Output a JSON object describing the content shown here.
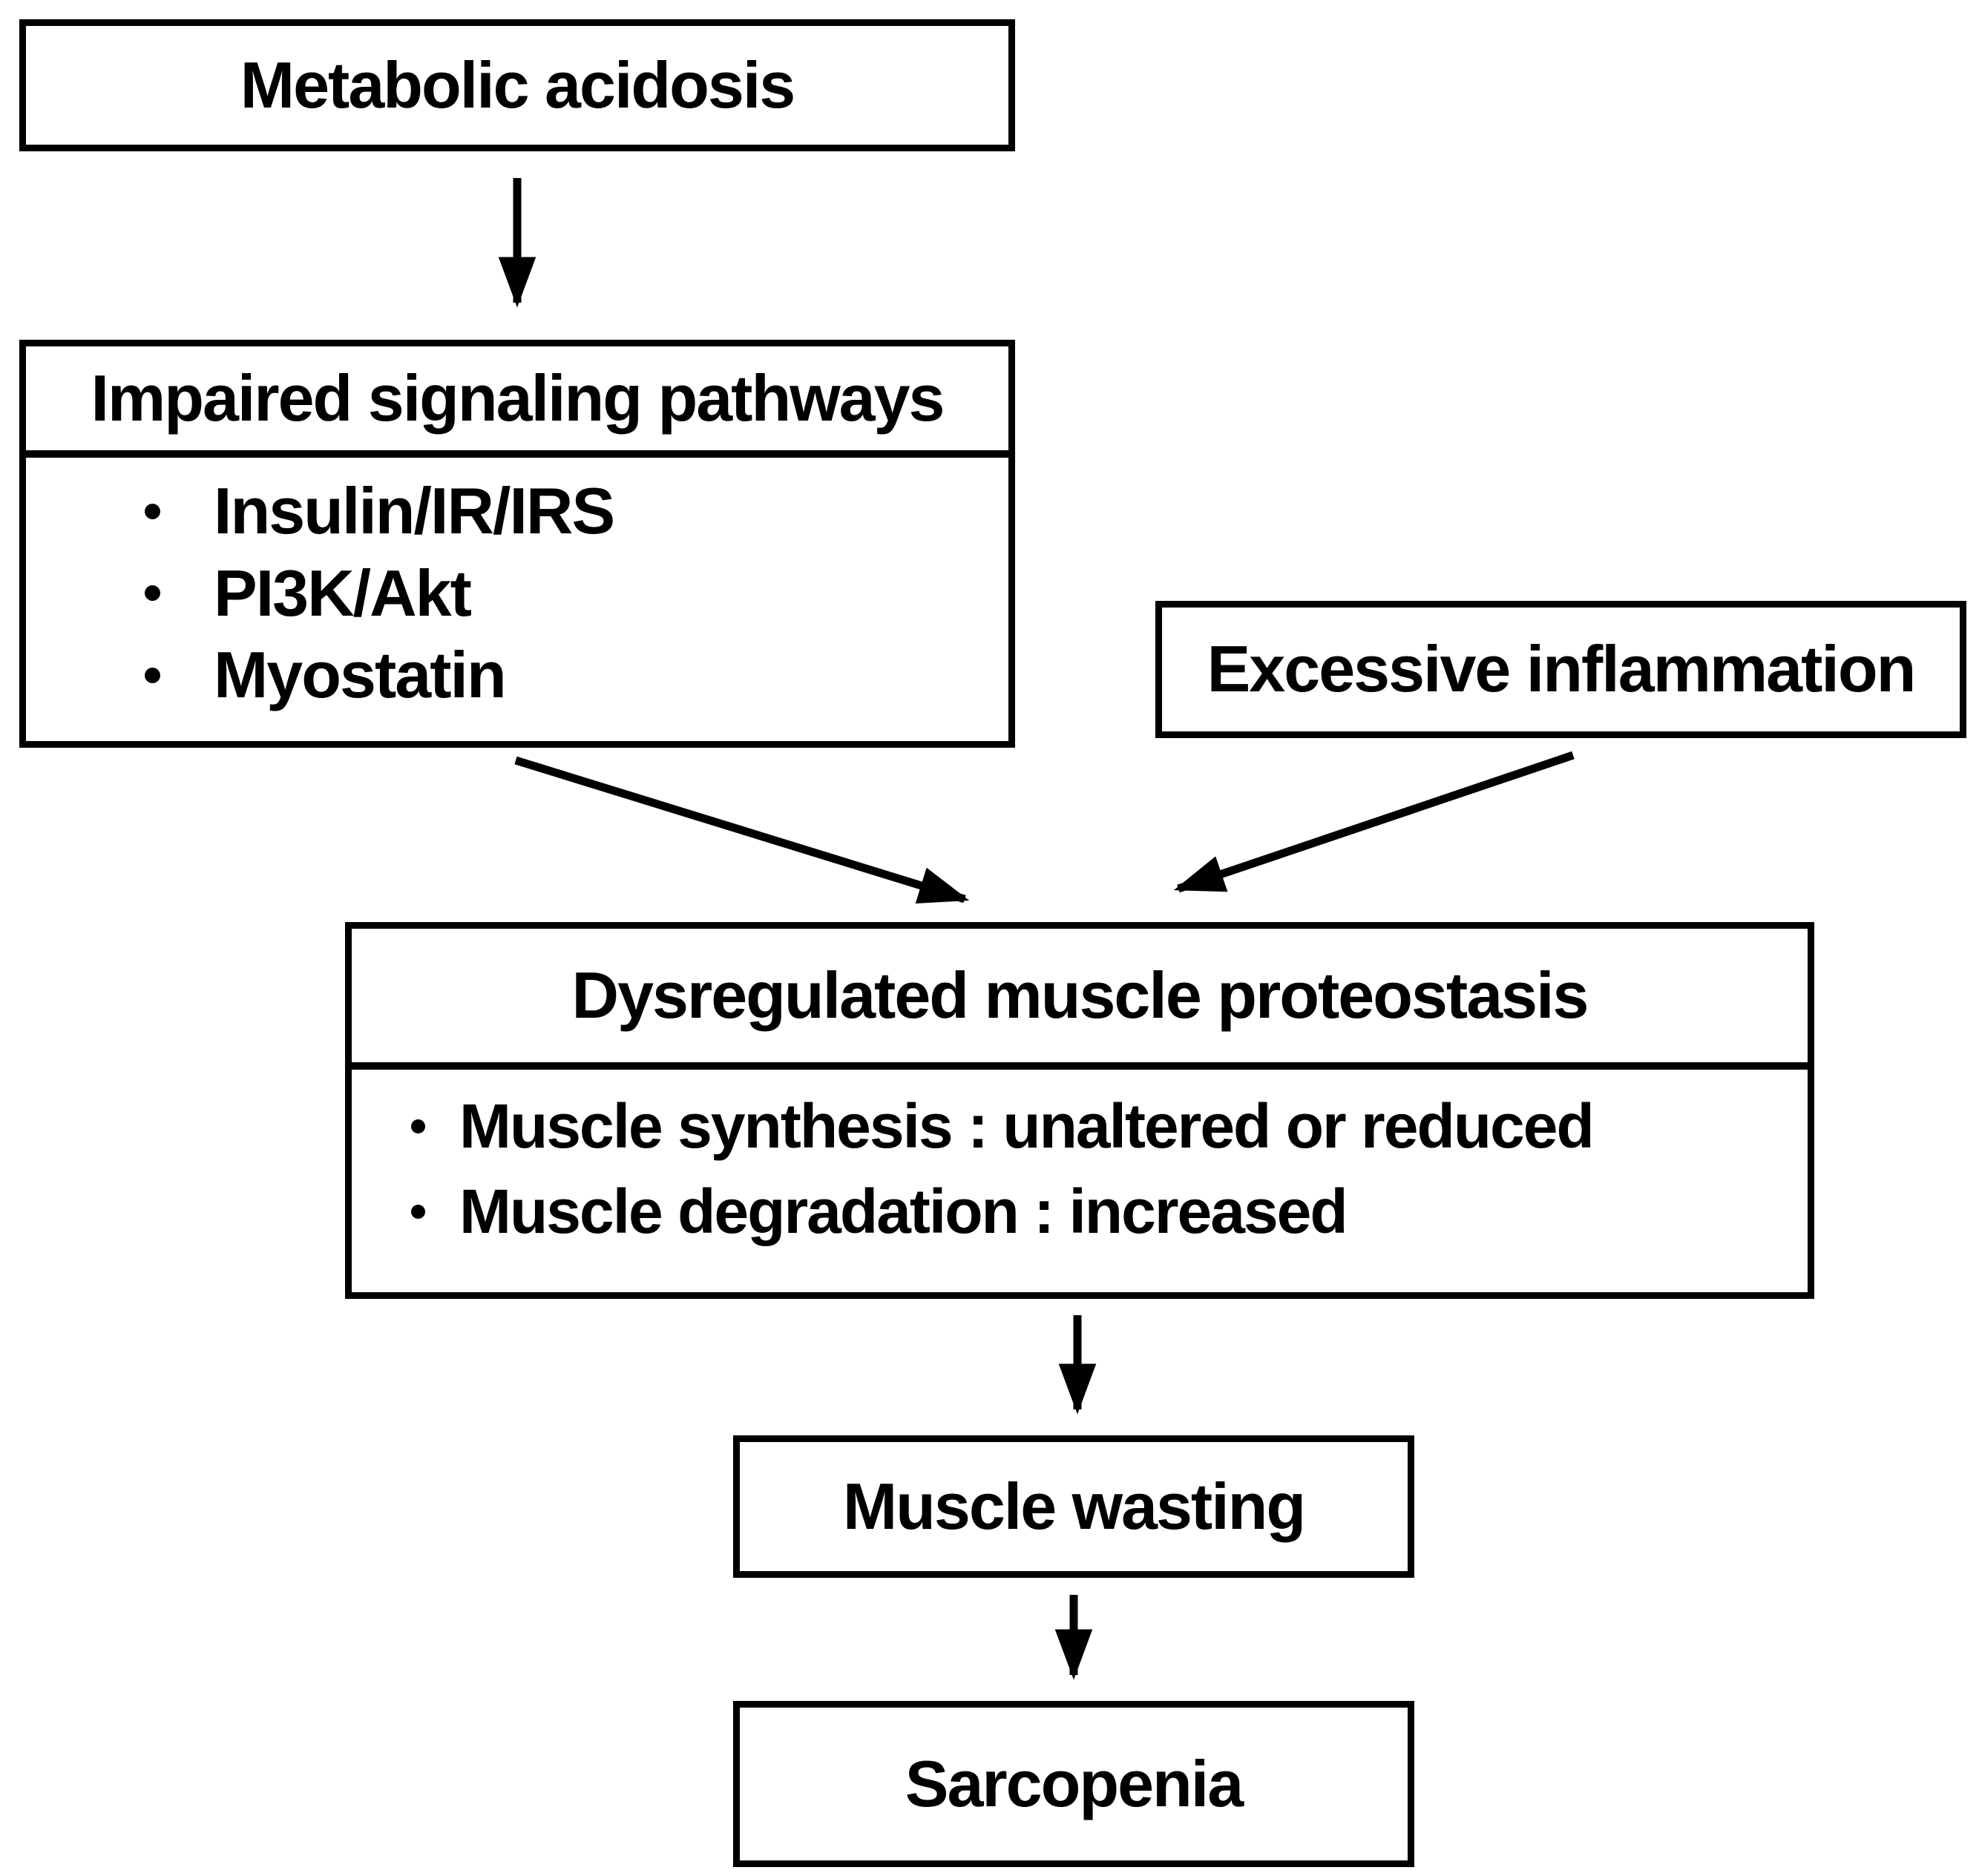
{
  "figure": {
    "type": "flowchart",
    "colors": {
      "ink": "#000000",
      "background": "#ffffff"
    },
    "nodes": {
      "metabolic_acidosis": {
        "label": "Metabolic acidosis"
      },
      "impaired_signaling": {
        "title": "Impaired signaling pathways",
        "items": [
          "Insulin/IR/IRS",
          "PI3K/Akt",
          "Myostatin"
        ]
      },
      "excessive_inflammation": {
        "label": "Excessive inflammation"
      },
      "dysregulated_proteostasis": {
        "title": "Dysregulated muscle proteostasis",
        "items": [
          "Muscle synthesis : unaltered or reduced",
          "Muscle degradation : increased"
        ]
      },
      "muscle_wasting": {
        "label": "Muscle wasting"
      },
      "sarcopenia": {
        "label": "Sarcopenia"
      }
    },
    "edges": [
      {
        "from": "metabolic_acidosis",
        "to": "impaired_signaling"
      },
      {
        "from": "impaired_signaling",
        "to": "dysregulated_proteostasis"
      },
      {
        "from": "excessive_inflammation",
        "to": "dysregulated_proteostasis"
      },
      {
        "from": "dysregulated_proteostasis",
        "to": "muscle_wasting"
      },
      {
        "from": "muscle_wasting",
        "to": "sarcopenia"
      }
    ]
  }
}
